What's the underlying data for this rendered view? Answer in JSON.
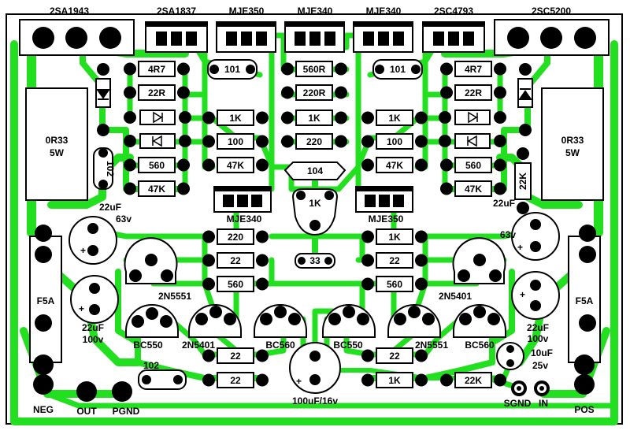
{
  "board": {
    "colors": {
      "trace": "#22e01f",
      "outline": "#000000",
      "background": "#ffffff",
      "body": "#ffffff"
    },
    "transistor_labels": {
      "q1": "2SA1943",
      "q2": "2SA1837",
      "q3": "MJE350",
      "q4": "MJE340",
      "q5": "MJE340",
      "q6": "2SC4793",
      "q7": "2SC5200",
      "q8": "MJE340",
      "q9": "MJE350",
      "q10": "2N5551",
      "q11": "2N5401",
      "q12": "BC550",
      "q13": "2N5401",
      "q14": "BC560",
      "q15": "BC550",
      "q16": "2N5551",
      "q17": "BC560"
    },
    "resistor_labels": {
      "r1": "4R7",
      "r2": "22R",
      "r3": "560",
      "r4": "47K",
      "r5": "1K",
      "r6": "100",
      "r7": "47K",
      "r8": "560R",
      "r9": "220R",
      "r10": "1K",
      "r11": "220",
      "r12": "1K",
      "r13": "100",
      "r14": "47K",
      "r15": "4R7",
      "r16": "22R",
      "r17": "560",
      "r18": "47K",
      "r19": "220",
      "r20": "22",
      "r21": "560",
      "r22": "1K",
      "r23": "22",
      "r24": "560",
      "r25": "22",
      "r26": "22",
      "r27": "22",
      "r28": "1K",
      "r29": "22K"
    },
    "small_labels": {
      "c101a": "101",
      "c101b": "101",
      "c102v": "102",
      "c104": "104",
      "c33": "33",
      "pot": "1K",
      "c102": "102",
      "r22kv": "22K"
    },
    "big_labels": {
      "rl_value": "0R33",
      "rl_power": "5W",
      "rr_value": "0R33",
      "rr_power": "5W",
      "fuse_l": "F5A",
      "fuse_r": "F5A"
    },
    "cap_labels": {
      "c1_value": "22uF",
      "c1_volt": "63v",
      "c2_value": "22uF",
      "c2_volt": "100v",
      "c3_value": "22uF",
      "c3_volt": "63v",
      "c4_value": "22uF",
      "c4_volt": "100v",
      "c5_value": "10uF",
      "c5_volt": "25v",
      "c6_label": "100uF/16v",
      "plus": "+"
    },
    "connectors": {
      "neg": "NEG",
      "out": "OUT",
      "pgnd": "PGND",
      "sgnd": "SGND",
      "in": "IN",
      "pos": "POS"
    }
  }
}
